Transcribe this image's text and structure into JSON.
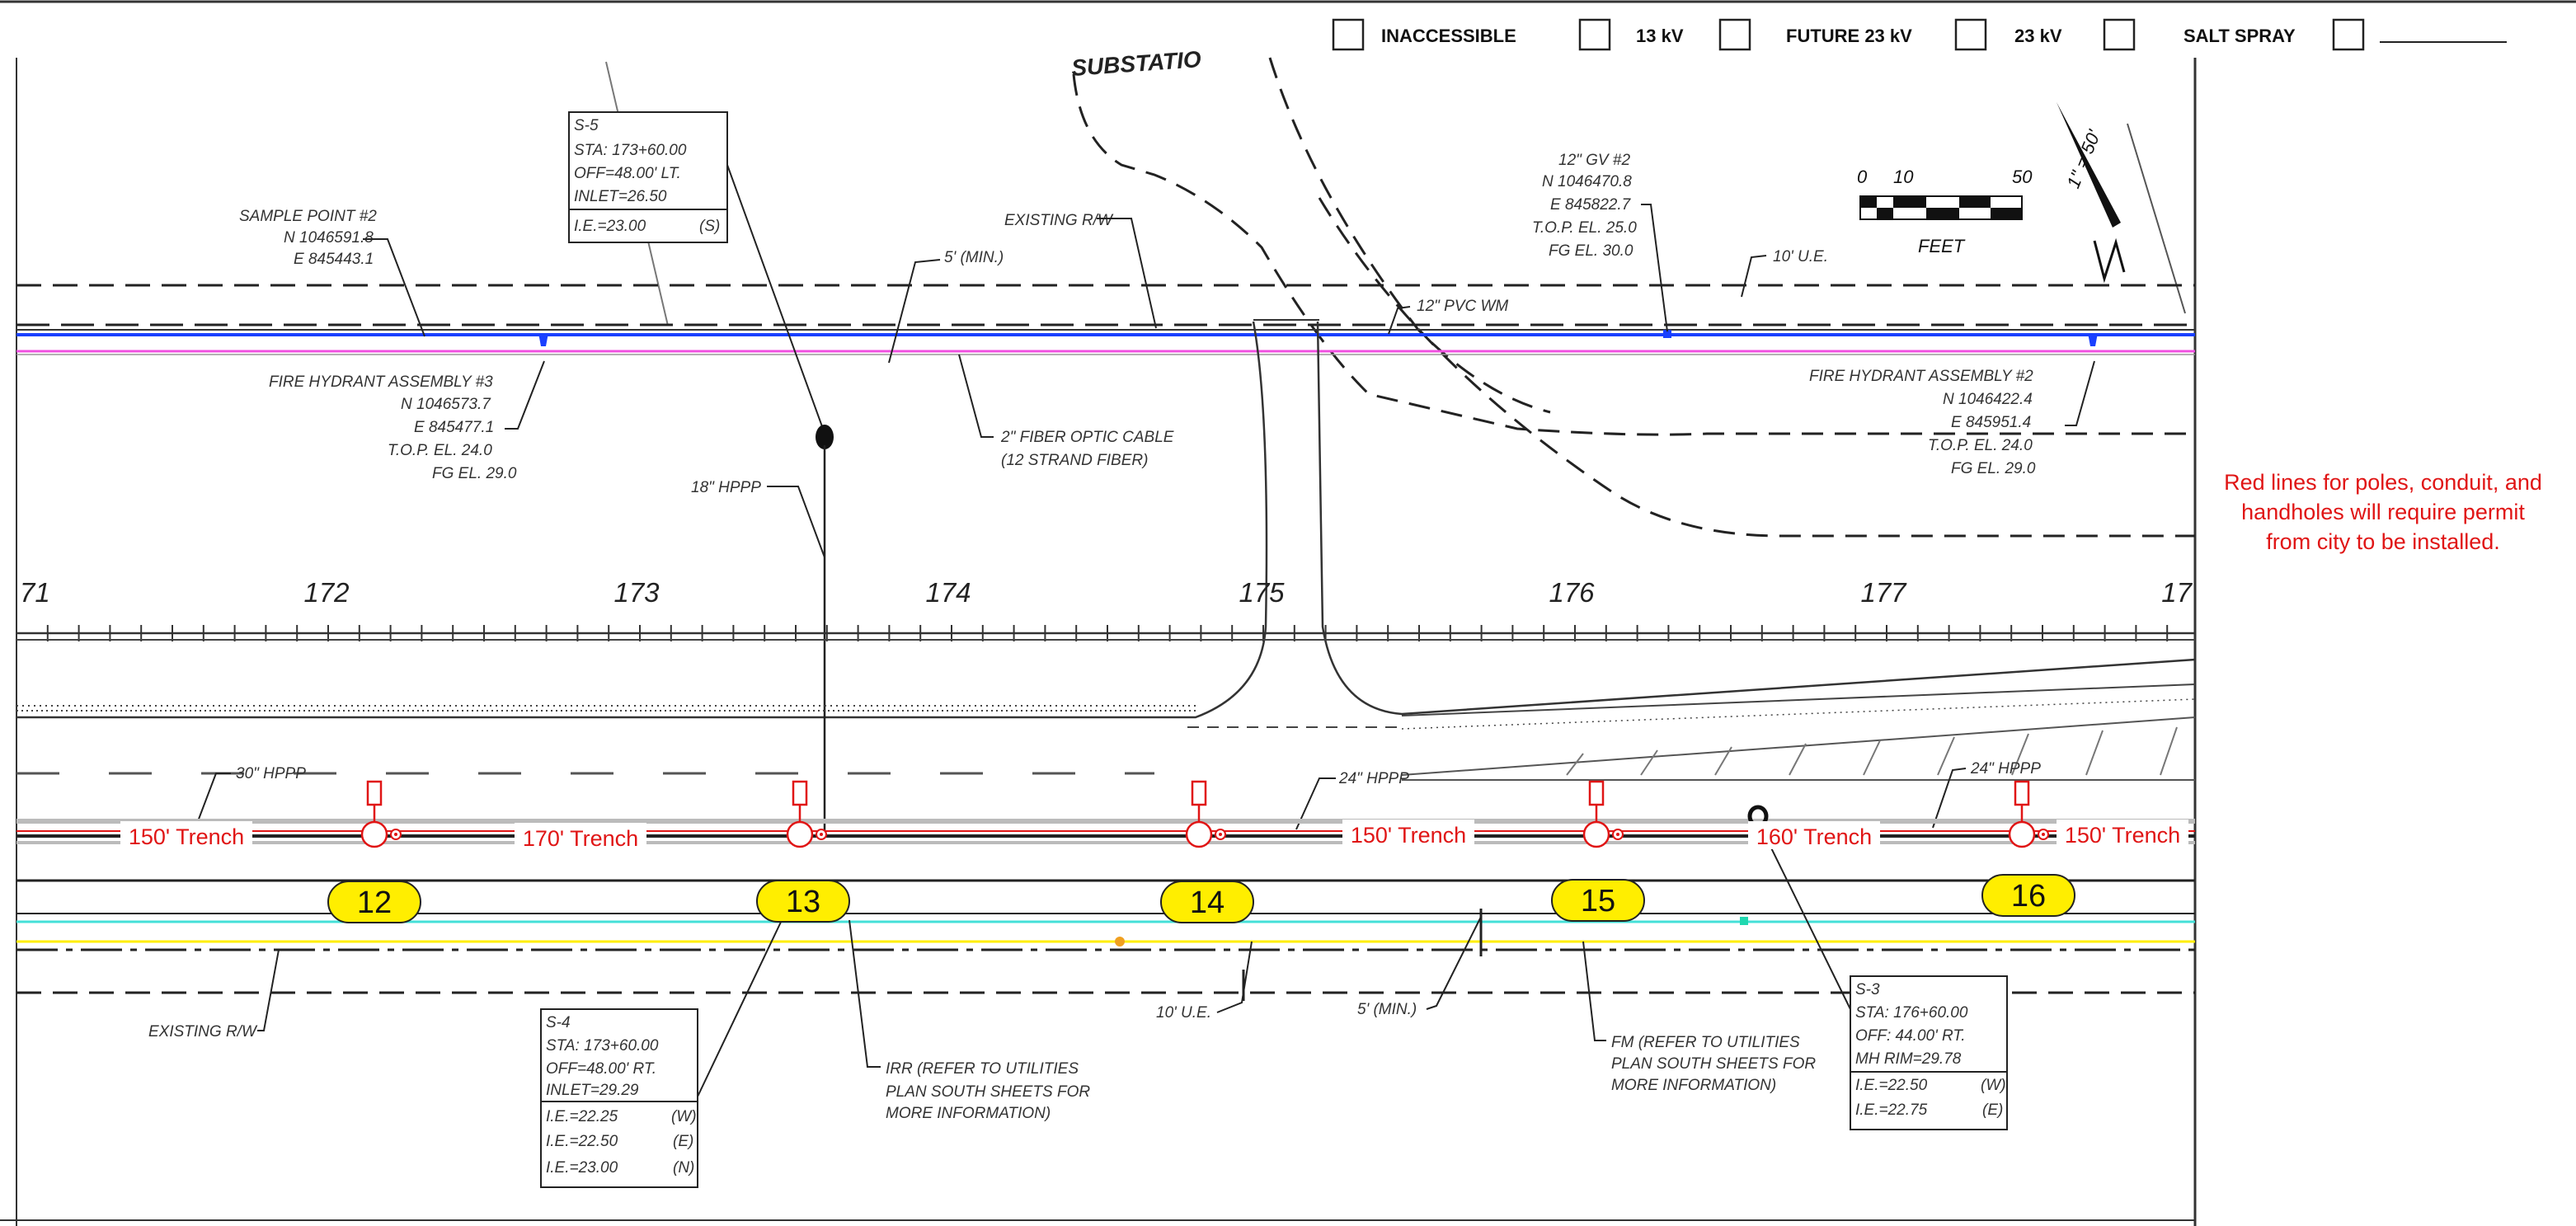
{
  "legend": {
    "items": [
      {
        "label": "INACCESSIBLE"
      },
      {
        "label": "13 kV"
      },
      {
        "label": "FUTURE 23 kV"
      },
      {
        "label": "23 kV"
      },
      {
        "label": "SALT SPRAY"
      },
      {
        "label": ""
      }
    ]
  },
  "stations": [
    "71",
    "172",
    "173",
    "174",
    "175",
    "176",
    "177",
    "17"
  ],
  "poles": [
    "12",
    "13",
    "14",
    "15",
    "16"
  ],
  "trenches": [
    "150' Trench",
    "170' Trench",
    "150' Trench",
    "160' Trench",
    "150' Trench"
  ],
  "note": {
    "line1": "Red lines for poles, conduit, and",
    "line2": "handholes will require permit",
    "line3": "from city to be installed."
  },
  "scale": {
    "t0": "0",
    "t10": "10",
    "t50": "50",
    "unit": "FEET",
    "ratio": "1\" = 50'"
  },
  "labels": {
    "substation": "SUBSTATIO",
    "s5": {
      "l1": "S-5",
      "l2": "STA: 173+60.00",
      "l3": "OFF=48.00' LT.",
      "l4": "INLET=26.50",
      "l5": "I.E.=23.00",
      "l5b": "(S)"
    },
    "sample": {
      "l1": "SAMPLE POINT #2",
      "l2": "N 1046591.8",
      "l3": "E 845443.1"
    },
    "existing_rw_top": "EXISTING R/W",
    "min5_top": "5' (MIN.)",
    "pvc": "12\" PVC WM",
    "gv": {
      "l1": "12\" GV #2",
      "l2": "N 1046470.8",
      "l3": "E 845822.7",
      "l4": "T.O.P. EL. 25.0",
      "l5": "FG EL. 30.0"
    },
    "ue_top": "10' U.E.",
    "fh3": {
      "l1": "FIRE HYDRANT ASSEMBLY #3",
      "l2": "N 1046573.7",
      "l3": "E 845477.1",
      "l4": "T.O.P. EL. 24.0",
      "l5": "FG EL. 29.0"
    },
    "fiber": {
      "l1": "2\" FIBER OPTIC CABLE",
      "l2": "(12 STRAND FIBER)"
    },
    "fh2": {
      "l1": "FIRE HYDRANT ASSEMBLY #2",
      "l2": "N 1046422.4",
      "l3": "E 845951.4",
      "l4": "T.O.P. EL. 24.0",
      "l5": "FG EL. 29.0"
    },
    "hppp18": "18\" HPPP",
    "hppp30": "30\" HPPP",
    "hppp24a": "24\" HPPP",
    "hppp24b": "24\" HPPP",
    "existing_rw_bot": "EXISTING R/W",
    "s4": {
      "l1": "S-4",
      "l2": "STA: 173+60.00",
      "l3": "OFF=48.00' RT.",
      "l4": "INLET=29.29",
      "l5": "I.E.=22.25",
      "l5b": "(W)",
      "l6": "I.E.=22.50",
      "l6b": "(E)",
      "l7": "I.E.=23.00",
      "l7b": "(N)"
    },
    "irr": {
      "l1": "IRR (REFER TO UTILITIES",
      "l2": "PLAN SOUTH SHEETS FOR",
      "l3": "MORE INFORMATION)"
    },
    "ue_bot": "10' U.E.",
    "min5_bot": "5' (MIN.)",
    "fm": {
      "l1": "FM (REFER TO UTILITIES",
      "l2": "PLAN SOUTH SHEETS FOR",
      "l3": "MORE INFORMATION)"
    },
    "s3": {
      "l1": "S-3",
      "l2": "STA: 176+60.00",
      "l3": "OFF: 44.00' RT.",
      "l4": "MH RIM=29.78",
      "l5": "I.E.=22.50",
      "l5b": "(W)",
      "l6": "I.E.=22.75",
      "l6b": "(E)"
    }
  },
  "colors": {
    "utility_red": "#e01515",
    "water_blue": "#1a40ff",
    "fiber_magenta": "#f050e0",
    "pole_yellow": "#ffee00",
    "cyan": "#44e0d8"
  }
}
